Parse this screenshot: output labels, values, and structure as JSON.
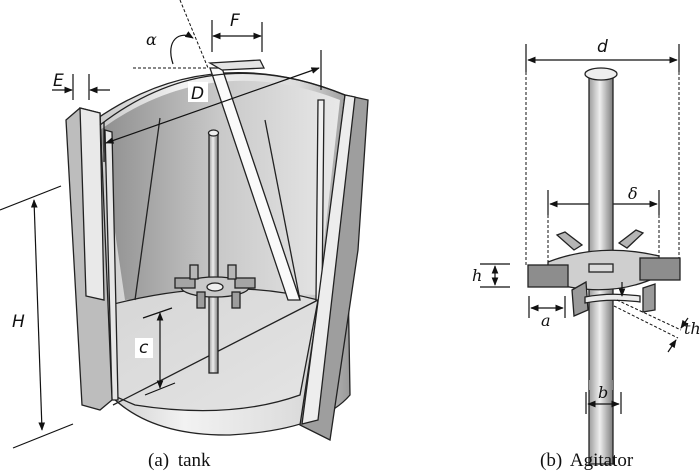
{
  "figure": {
    "tank": {
      "caption_prefix": "(a)",
      "caption_text": "tank",
      "labels": {
        "baffle_gap": "E",
        "baffle_width": "F",
        "baffle_angle": "α",
        "tank_diameter": "D",
        "liquid_height": "H",
        "clearance": "c"
      }
    },
    "agitator": {
      "caption_prefix": "(b)",
      "caption_text": "Agitator",
      "labels": {
        "impeller_diameter": "d",
        "disk_diameter": "δ",
        "blade_height": "h",
        "blade_length": "a",
        "blade_thickness": "th",
        "shaft_diameter": "b"
      }
    }
  }
}
